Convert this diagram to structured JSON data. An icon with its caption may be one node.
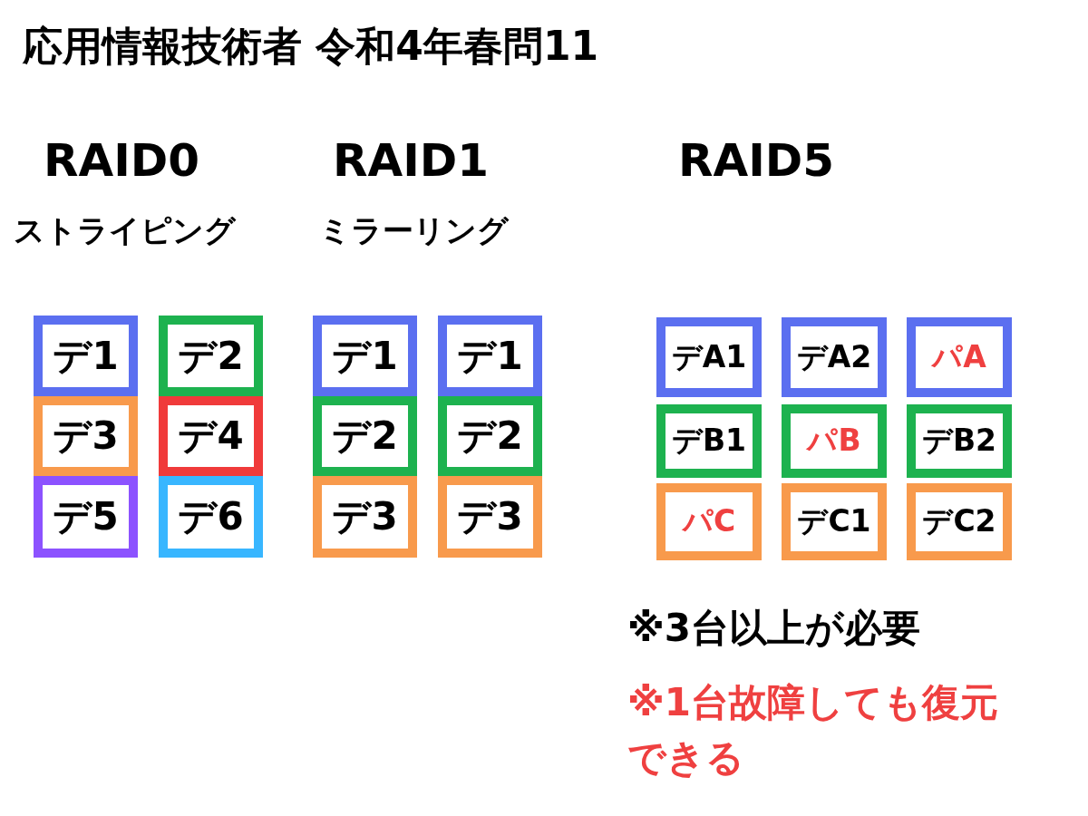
{
  "diagram": {
    "title": "応用情報技術者 令和4年春問11",
    "nodes": [
      {
        "text": [
          "デ1"
        ]
      },
      {
        "text": [
          "デ2"
        ]
      },
      {
        "text": [
          "デ3"
        ]
      },
      {
        "text": [
          "デ4"
        ]
      },
      {
        "text": [
          "デ5"
        ]
      },
      {
        "text": [
          "デ6"
        ]
      },
      {
        "text": [
          "デ1"
        ]
      },
      {
        "text": [
          "デ1"
        ]
      },
      {
        "text": [
          "デ2"
        ]
      },
      {
        "text": [
          "デ2"
        ]
      },
      {
        "text": [
          "デ3"
        ]
      },
      {
        "text": [
          "デ3"
        ]
      },
      {
        "text": [
          "デA1"
        ]
      },
      {
        "text": [
          "デA2"
        ]
      },
      {
        "text": [
          "パA"
        ]
      },
      {
        "text": [
          "デB1"
        ]
      },
      {
        "text": [
          "パB"
        ]
      },
      {
        "text": [
          "デB2"
        ]
      },
      {
        "text": [
          "パC"
        ]
      },
      {
        "text": [
          "デC1"
        ]
      },
      {
        "text": [
          "デC2"
        ]
      }
    ],
    "labels": [
      "RAID0",
      "RAID1",
      "RAID5",
      "ストライピング",
      "ミラーリング",
      "※3台以上が必要",
      "※1台故障しても復元できる"
    ]
  }
}
